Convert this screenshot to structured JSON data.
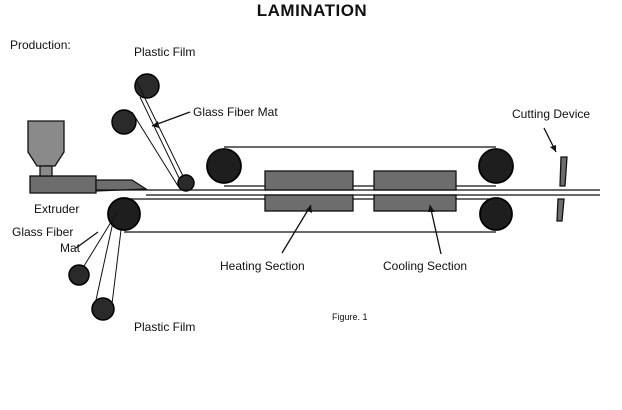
{
  "title": "LAMINATION",
  "subtitle": "Production:",
  "labels": {
    "plastic_film_top": "Plastic Film",
    "glass_fiber_mat_top": "Glass Fiber Mat",
    "cutting_device": "Cutting Device",
    "extruder": "Extruder",
    "glass_fiber_mat_bottom_line1": "Glass Fiber",
    "glass_fiber_mat_bottom_line2": "Mat",
    "heating_section": "Heating Section",
    "cooling_section": "Cooling Section",
    "plastic_film_bottom": "Plastic Film",
    "figure_caption": "Figure. 1"
  }
}
